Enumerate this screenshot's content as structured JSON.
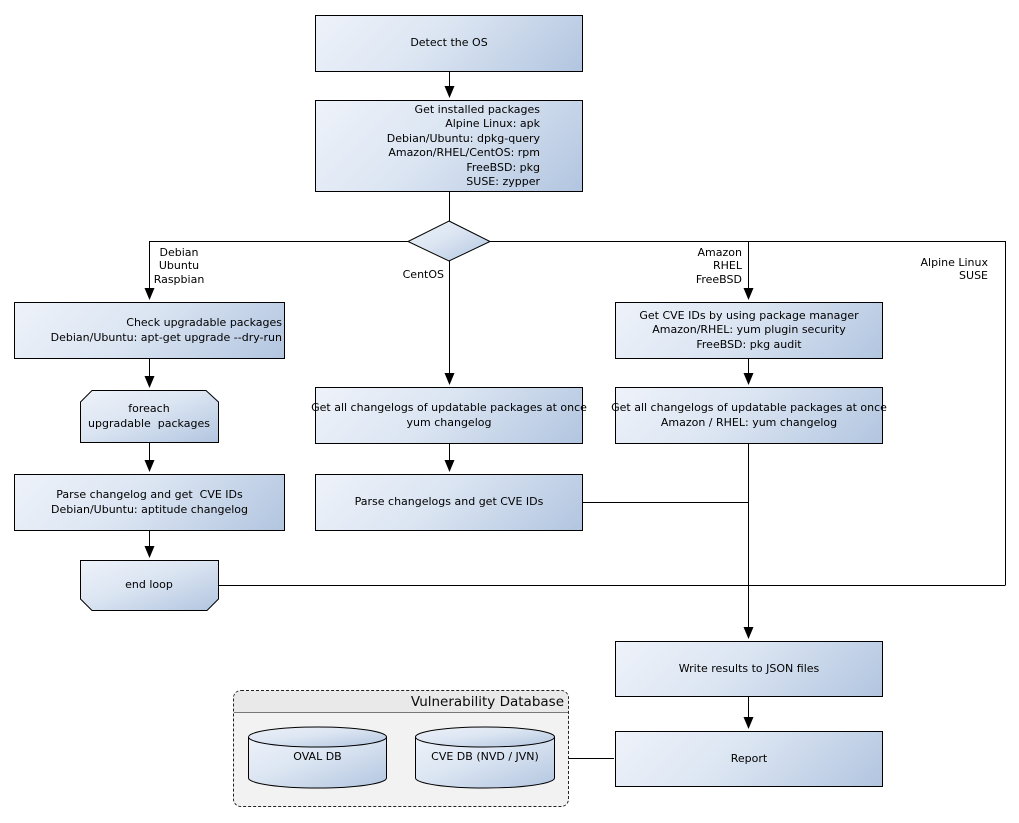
{
  "diagram": {
    "nodes": {
      "detect_os": {
        "lines": [
          "Detect the OS"
        ]
      },
      "get_installed": {
        "lines": [
          "Get installed packages",
          "Alpine Linux: apk",
          "Debian/Ubuntu: dpkg-query",
          "Amazon/RHEL/CentOS: rpm",
          "FreeBSD: pkg",
          "SUSE: zypper"
        ]
      },
      "check_upgradable": {
        "lines": [
          "Check upgradable packages",
          "Debian/Ubuntu: apt-get upgrade --dry-run"
        ]
      },
      "foreach_loop": {
        "lines": [
          "foreach",
          "upgradable  packages"
        ]
      },
      "parse_changelog": {
        "lines": [
          "Parse changelog and get  CVE IDs",
          "Debian/Ubuntu: aptitude changelog"
        ]
      },
      "end_loop": {
        "lines": [
          "end loop"
        ]
      },
      "mid_changelogs": {
        "lines": [
          "Get all changelogs of updatable packages at once",
          "yum changelog"
        ]
      },
      "mid_parse": {
        "lines": [
          "Parse changelogs and get CVE IDs"
        ]
      },
      "right_cve_ids": {
        "lines": [
          "Get CVE IDs by using package manager",
          "Amazon/RHEL: yum plugin security",
          "FreeBSD: pkg audit"
        ]
      },
      "right_changelogs": {
        "lines": [
          "Get all changelogs of updatable packages at once",
          "Amazon / RHEL: yum changelog"
        ]
      },
      "write_results": {
        "lines": [
          "Write results to JSON files"
        ]
      },
      "report": {
        "lines": [
          "Report"
        ]
      }
    },
    "branch_labels": {
      "left": {
        "lines": [
          "Debian",
          "Ubuntu",
          "Raspbian"
        ]
      },
      "centos": {
        "lines": [
          "CentOS"
        ]
      },
      "amazon": {
        "lines": [
          "Amazon",
          "RHEL",
          "FreeBSD"
        ]
      },
      "alpine": {
        "lines": [
          "Alpine Linux",
          "SUSE"
        ]
      }
    },
    "database": {
      "title": "Vulnerability Database",
      "cylinders": [
        {
          "label": "OVAL DB"
        },
        {
          "label": "CVE DB (NVD / JVN)"
        }
      ]
    },
    "colors": {
      "node_fill_light": "#eef2fa",
      "node_fill_dark": "#b2c5e0",
      "stroke": "#000000",
      "db_body": "#f2f2f2",
      "db_header": "#e9e9e9"
    }
  }
}
